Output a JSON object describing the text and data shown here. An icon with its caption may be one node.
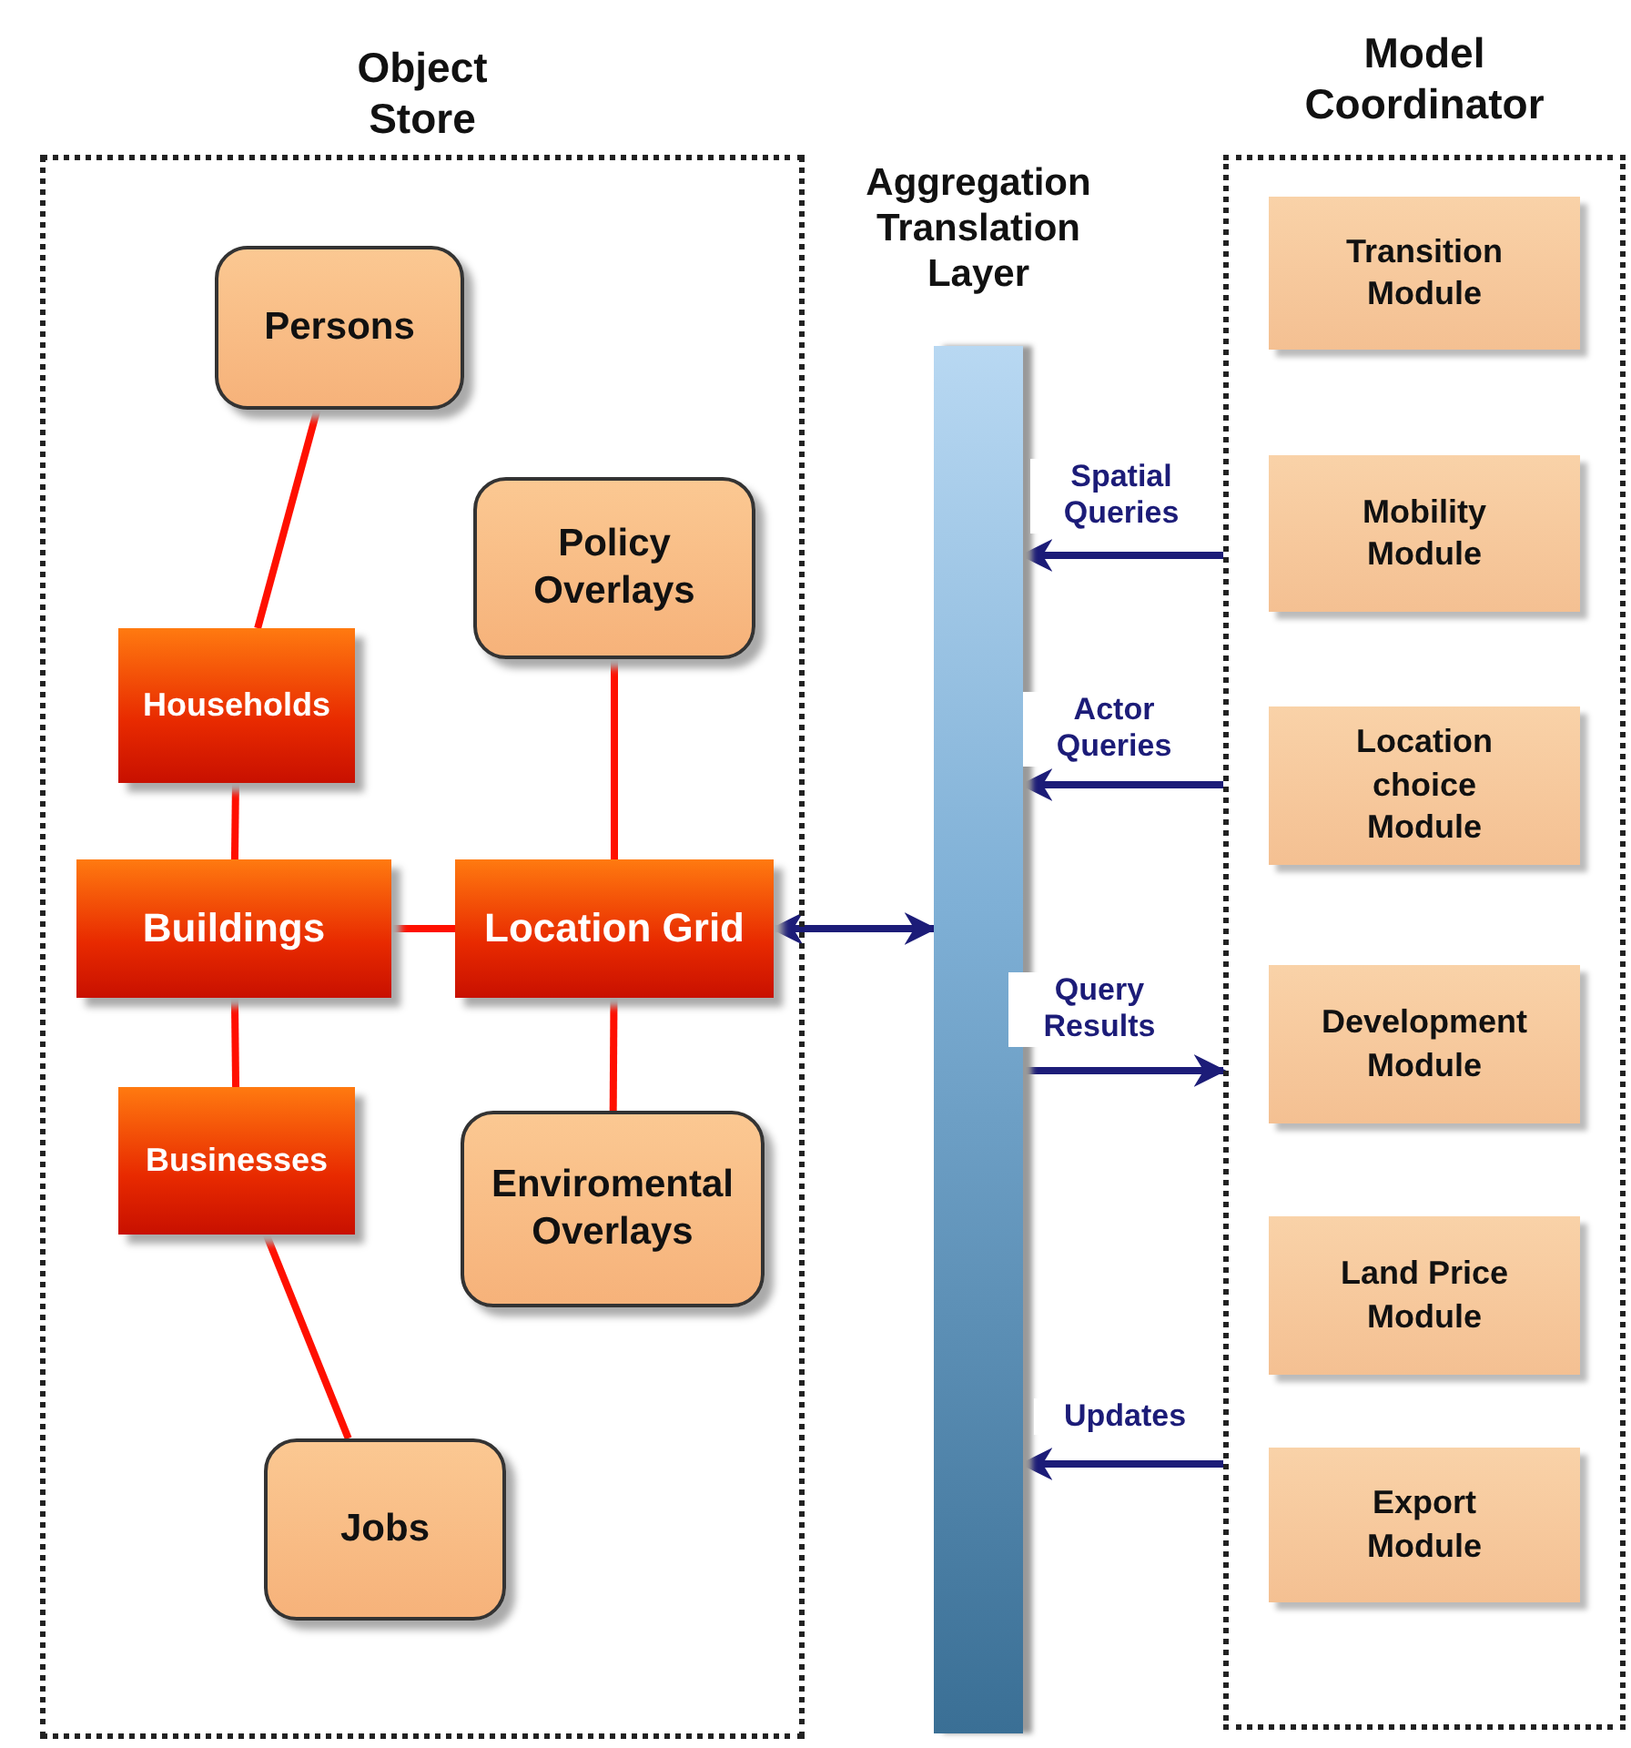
{
  "diagram": {
    "nodes": [
      {
        "text": [
          "Object Store"
        ]
      },
      {
        "text": [
          "Persons"
        ],
        "in": 0
      },
      {
        "text": [
          "Households"
        ],
        "in": 0
      },
      {
        "text": [
          "Policy Overlays"
        ],
        "in": 0
      },
      {
        "text": [
          "Buildings"
        ],
        "in": 0
      },
      {
        "text": [
          "Location Grid"
        ],
        "in": 0
      },
      {
        "text": [
          "Businesses"
        ],
        "in": 0
      },
      {
        "text": [
          "Enviromental Overlays"
        ],
        "in": 0
      },
      {
        "text": [
          "Jobs"
        ],
        "in": 0
      },
      {
        "text": [
          "Aggregation Translation Layer"
        ]
      },
      {
        "text": [
          "Model Coordinator"
        ]
      },
      {
        "text": [
          "Transition Module"
        ],
        "in": 10
      },
      {
        "text": [
          "Mobility Module"
        ],
        "in": 10
      },
      {
        "text": [
          "Location choice Module"
        ],
        "in": 10
      },
      {
        "text": [
          "Development Module"
        ],
        "in": 10
      },
      {
        "text": [
          "Land Price Module"
        ],
        "in": 10
      },
      {
        "text": [
          "Export Module"
        ],
        "in": 10
      }
    ],
    "edges": [
      {
        "from": 1,
        "to": 2,
        "arrow": "none"
      },
      {
        "from": 2,
        "to": 4,
        "arrow": "none"
      },
      {
        "from": 4,
        "to": 5,
        "arrow": "none"
      },
      {
        "from": 3,
        "to": 5,
        "arrow": "none"
      },
      {
        "from": 5,
        "to": 7,
        "arrow": "none"
      },
      {
        "from": 4,
        "to": 6,
        "arrow": "none"
      },
      {
        "from": 6,
        "to": 8,
        "arrow": "none"
      },
      {
        "from": 5,
        "to": 9,
        "arrow": "both",
        "color": "#1c1c78"
      },
      {
        "from": 10,
        "to": 9,
        "arrow": "to",
        "label": "Spatial Queries",
        "color": "#1c1c78"
      },
      {
        "from": 10,
        "to": 9,
        "arrow": "to",
        "label": "Actor Queries",
        "color": "#1c1c78"
      },
      {
        "from": 9,
        "to": 10,
        "arrow": "to",
        "label": "Query Results",
        "color": "#1c1c78"
      },
      {
        "from": 10,
        "to": 9,
        "arrow": "to",
        "label": "Updates",
        "color": "#1c1c78"
      }
    ]
  }
}
